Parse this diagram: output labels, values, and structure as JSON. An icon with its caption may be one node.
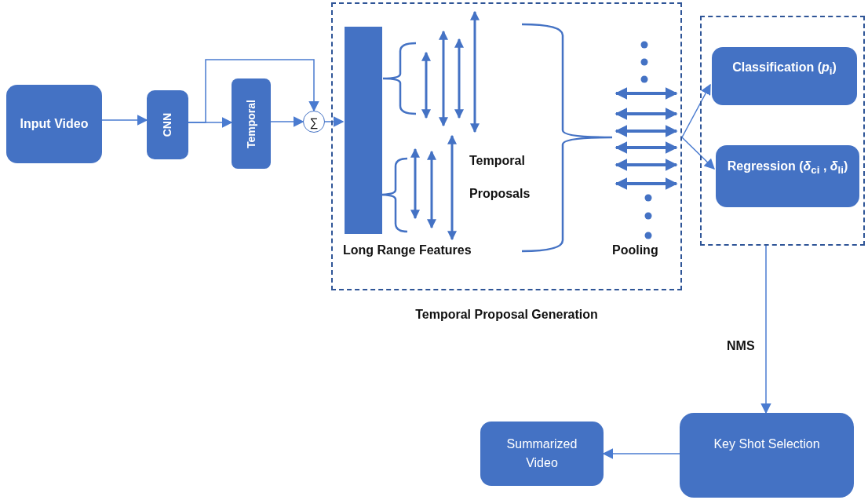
{
  "diagram": {
    "nodes": [
      {
        "text": [
          "Input Video"
        ]
      },
      {
        "text": [
          "CNN"
        ]
      },
      {
        "text": [
          "Temporal"
        ]
      },
      {
        "text": [
          "∑"
        ]
      },
      {
        "text": [
          "Temporal Proposal Generation"
        ]
      },
      {
        "text": [],
        "shape": "bar",
        "in": 4,
        "beside": [
          "Long Range Features"
        ]
      },
      {
        "text": [],
        "shape": "box"
      },
      {
        "text": [
          "Classification (*p*$_{i}$)"
        ],
        "in": 6
      },
      {
        "text": [
          "Regression (*δ*$_{ci}$ , *δ*$_{li}$)"
        ],
        "in": 6
      },
      {
        "text": [
          "Key Shot Selection"
        ]
      },
      {
        "text": [
          "Summarized Video"
        ]
      }
    ],
    "edges": [
      {
        "from": 0,
        "to": 1,
        "arrow": "to"
      },
      {
        "from": 1,
        "to": 2,
        "arrow": "to"
      },
      {
        "from": 1,
        "to": 3,
        "arrow": "to"
      },
      {
        "from": 2,
        "to": 3,
        "arrow": "to"
      },
      {
        "from": 3,
        "to": 5,
        "arrow": "to"
      },
      {
        "from": 4,
        "to": 7,
        "arrow": "to"
      },
      {
        "from": 4,
        "to": 8,
        "arrow": "to"
      },
      {
        "from": 6,
        "to": 9,
        "arrow": "to",
        "label": "NMS"
      },
      {
        "from": 9,
        "to": 10,
        "arrow": "to"
      }
    ],
    "labels": [
      "Temporal Proposals",
      "Pooling"
    ]
  }
}
